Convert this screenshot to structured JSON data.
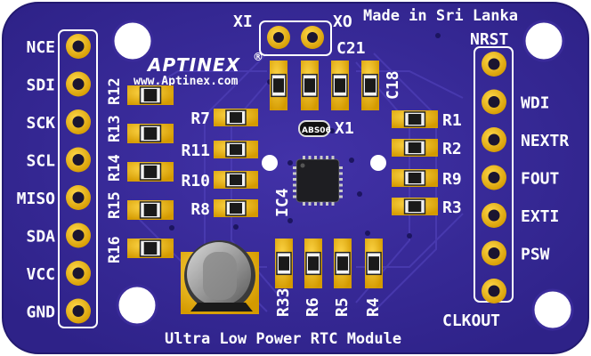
{
  "board": {
    "brand": "APTINEX",
    "registered": "®",
    "website": "www.Aptinex.com",
    "made_in": "Made in Sri Lanka",
    "module_name": "Ultra Low Power RTC Module",
    "colors": {
      "pcb": "#3a2b9a",
      "pcb_dark": "#2a1f7c",
      "copper_gold": "#e8b400",
      "silkscreen": "#ffffff",
      "chip": "#1e1e22"
    }
  },
  "left_header": {
    "pins": [
      "NCE",
      "SDI",
      "SCK",
      "SCL",
      "MISO",
      "SDA",
      "VCC",
      "GND"
    ]
  },
  "right_header": {
    "pins": [
      "NRST",
      "WDI",
      "NEXTR",
      "FOUT",
      "EXTI",
      "PSW",
      "CLKOUT"
    ]
  },
  "top_header": {
    "pins": [
      "XI",
      "XO"
    ]
  },
  "components": {
    "crystal_label": "X1",
    "crystal_marking": "ABS06",
    "ic_label": "IC4",
    "caps": [
      "C21",
      "C18"
    ],
    "left_resistor_labels": [
      "R12",
      "R13",
      "R14",
      "R15",
      "R16"
    ],
    "mid_left_resistor_labels": [
      "R7",
      "R11",
      "R10",
      "R8"
    ],
    "right_resistor_labels": [
      "R1",
      "R2",
      "R9",
      "R3"
    ],
    "bottom_resistor_labels": [
      "R33",
      "R6",
      "R5",
      "R4"
    ]
  }
}
